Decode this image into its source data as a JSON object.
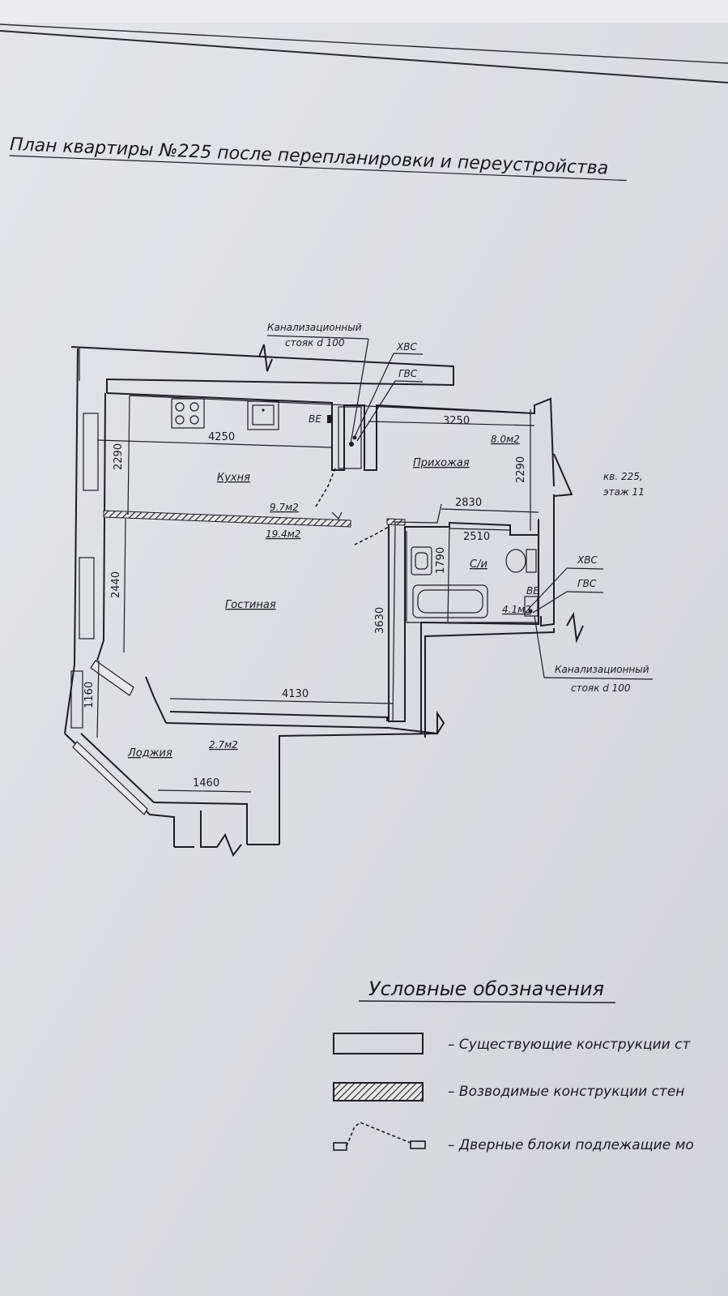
{
  "title": "План квартиры №225 после перепланировки и переустройства",
  "apartment_note": {
    "line1": "кв. 225,",
    "line2": "этаж 11"
  },
  "rooms": {
    "kitchen": "Кухня",
    "living": "Гостиная",
    "hall": "Прихожая",
    "bath": "С/и",
    "loggia": "Лоджия"
  },
  "areas": {
    "kitchen": "9.7м2",
    "living": "19.4м2",
    "hall": "8.0м2",
    "bath": "4.1м2",
    "loggia": "2.7м2"
  },
  "dimensions": {
    "kitchen_width": "4250",
    "kitchen_depth": "2290",
    "hall_width": "3250",
    "hall_depth": "2290",
    "hall_door": "2830",
    "bath_width": "2510",
    "bath_depth": "1790",
    "living_depth": "2440",
    "living_height": "3630",
    "living_width": "4130",
    "loggia_depth": "1160",
    "loggia_width": "1460"
  },
  "riser_labels": {
    "top_riser_line1": "Канализационный",
    "top_riser_line2": "стояк d 100",
    "top_cold": "ХВС",
    "top_hot": "ГВС",
    "bath_cold": "ХВС",
    "bath_hot": "ГВС",
    "bath_riser_line1": "Канализационный",
    "bath_riser_line2": "стояк d 100",
    "vent_kitchen": "ВЕ",
    "vent_bath": "ВЕ"
  },
  "legend": {
    "title": "Условные обозначения",
    "items": [
      {
        "label": "– Существующие конструкции ст"
      },
      {
        "label": "– Возводимые конструкции стен"
      },
      {
        "label": "– Дверные блоки подлежащие мо"
      }
    ]
  }
}
